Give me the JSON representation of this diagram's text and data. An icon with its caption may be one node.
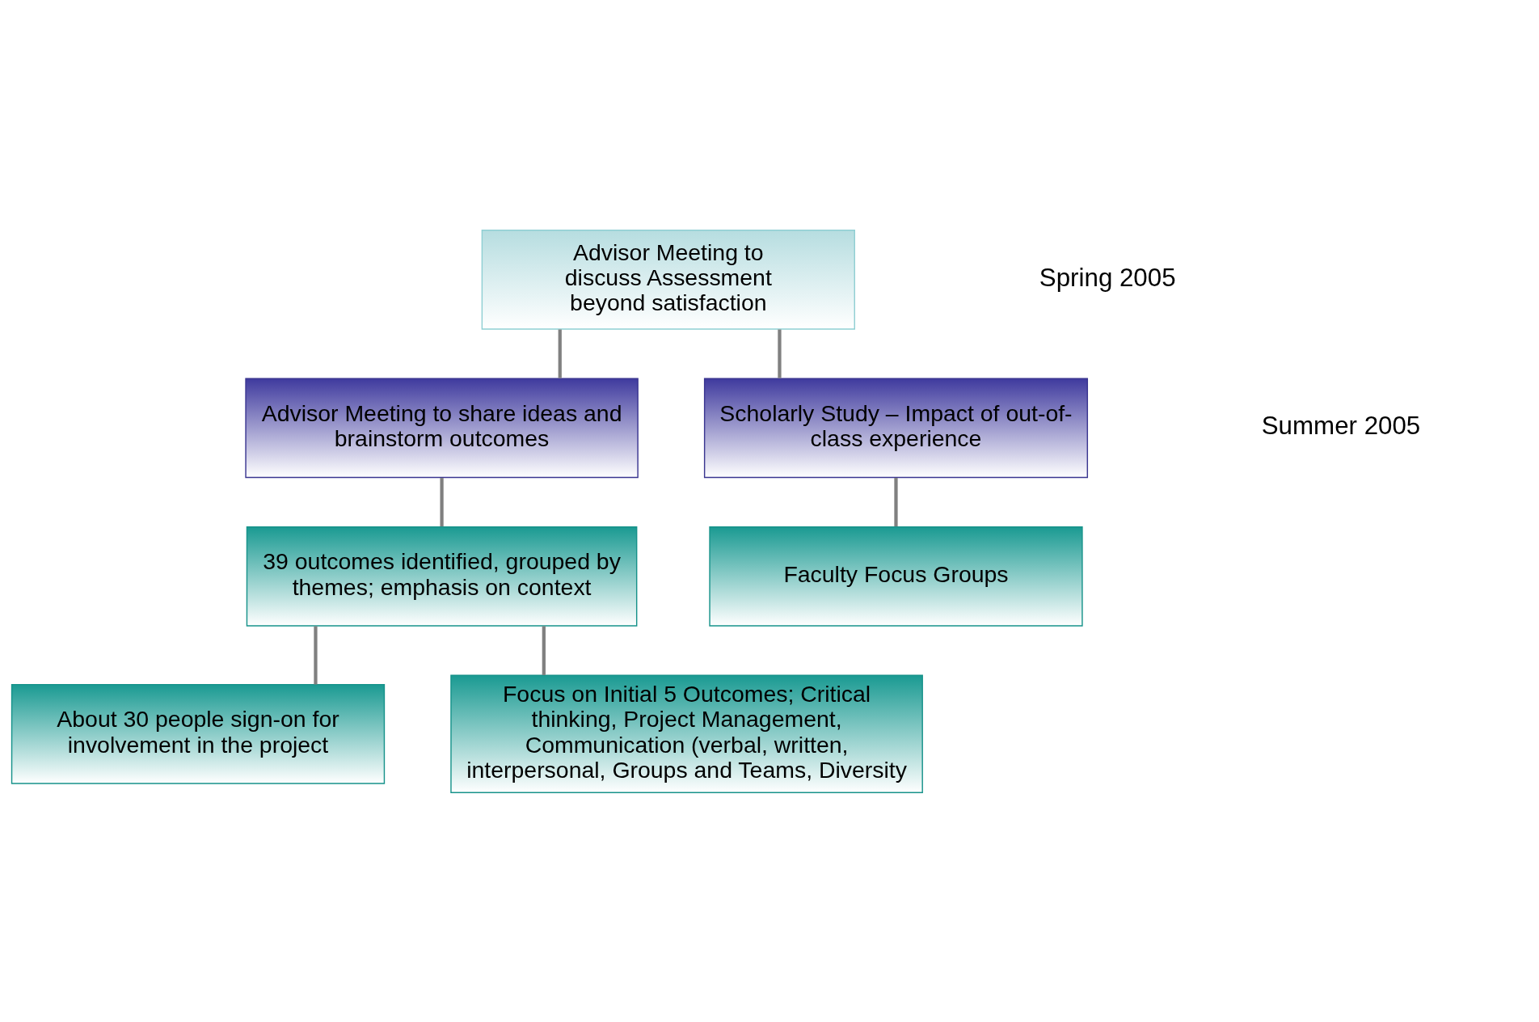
{
  "diagram": {
    "nodes": [
      {
        "text": [
          "Advisor Meeting to discuss Assessment beyond satisfaction"
        ]
      },
      {
        "text": [
          "Advisor Meeting to share ideas and brainstorm outcomes"
        ]
      },
      {
        "text": [
          "Scholarly Study – Impact of out-of-class experience"
        ]
      },
      {
        "text": [
          "39 outcomes identified, grouped by themes; emphasis on context"
        ]
      },
      {
        "text": [
          "Faculty Focus Groups"
        ]
      },
      {
        "text": [
          "About 30 people sign-on for involvement in the project"
        ]
      },
      {
        "text": [
          "Focus on Initial 5 Outcomes; Critical thinking, Project Management, Communication (verbal, written, interpersonal, Groups and Teams, Diversity"
        ]
      }
    ],
    "edges": [
      {
        "from": 0,
        "to": 1,
        "arrow": "none"
      },
      {
        "from": 0,
        "to": 2,
        "arrow": "none"
      },
      {
        "from": 1,
        "to": 3,
        "arrow": "none"
      },
      {
        "from": 2,
        "to": 4,
        "arrow": "none"
      },
      {
        "from": 3,
        "to": 5,
        "arrow": "none"
      },
      {
        "from": 3,
        "to": 6,
        "arrow": "none"
      }
    ],
    "labels": [
      "Spring 2005",
      "Summer 2005"
    ]
  }
}
